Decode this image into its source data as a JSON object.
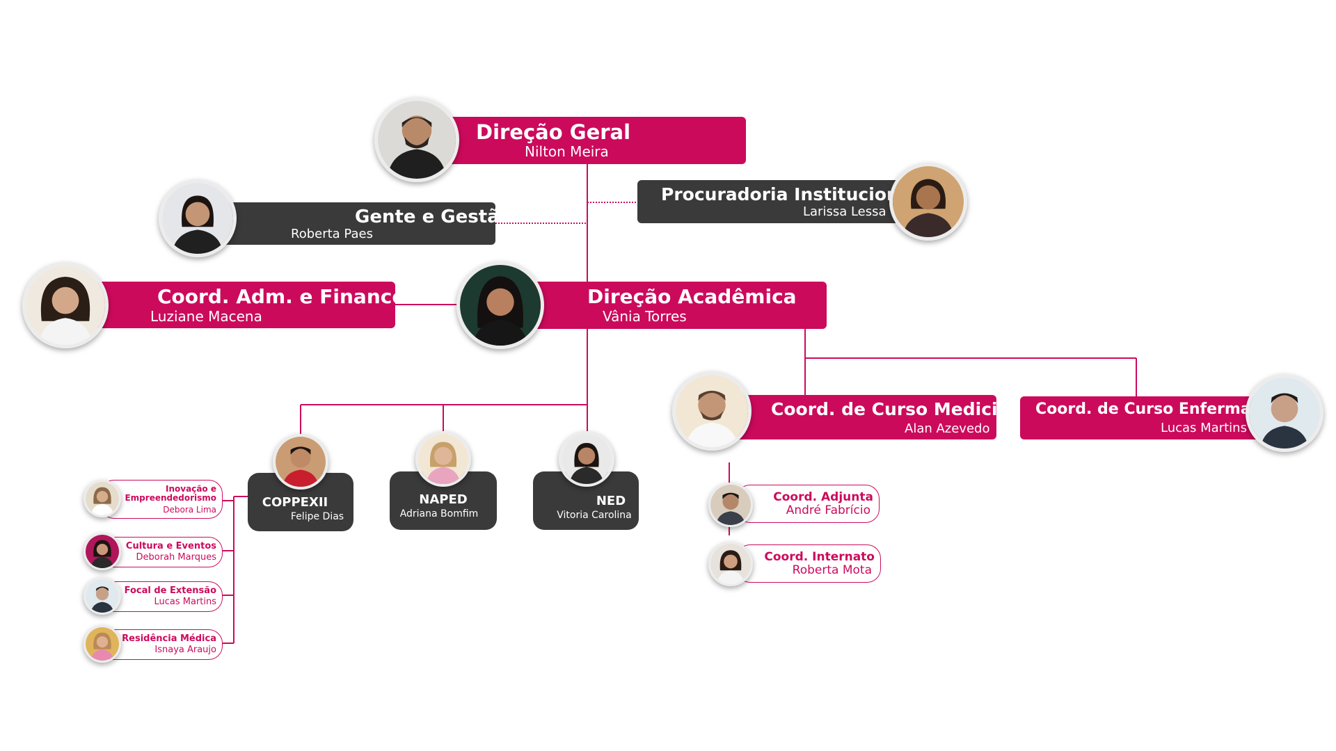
{
  "colors": {
    "accent": "#cc0a5c",
    "dark": "#3a3a3a"
  },
  "nodes": {
    "direcao_geral": {
      "title": "Direção Geral",
      "name": "Nilton Meira"
    },
    "procuradoria": {
      "title": "Procuradoria Institucional",
      "name": "Larissa Lessa"
    },
    "gente_gestao": {
      "title": "Gente e Gestão",
      "name": "Roberta Paes"
    },
    "coord_adm": {
      "title": "Coord. Adm. e Financeiro",
      "name": "Luziane Macena"
    },
    "direcao_academica": {
      "title": "Direção Acadêmica",
      "name": "Vânia Torres"
    },
    "coord_medicina": {
      "title": "Coord. de Curso Medicina",
      "name": "Alan Azevedo"
    },
    "coord_enfermagem": {
      "title": "Coord. de Curso Enfermagem",
      "name": "Lucas Martins"
    },
    "coppexii": {
      "title": "COPPEXII",
      "name": "Felipe Dias"
    },
    "naped": {
      "title": "NAPED",
      "name": "Adriana Bomfim"
    },
    "ned": {
      "title": "NED",
      "name": "Vitoria Carolina"
    },
    "coord_adjunta": {
      "title": "Coord. Adjunta",
      "name": "André Fabrício"
    },
    "coord_internato": {
      "title": "Coord. Internato",
      "name": "Roberta Mota"
    },
    "inovacao": {
      "title_line1": "Inovação e",
      "title_line2": "Empreendedorismo",
      "name": "Debora Lima"
    },
    "cultura": {
      "title": "Cultura e Eventos",
      "name": "Deborah Marques"
    },
    "focal": {
      "title": "Focal de Extensão",
      "name": "Lucas Martins"
    },
    "residencia": {
      "title": "Residência Médica",
      "name": "Isnaya Araujo"
    }
  },
  "photos": {
    "direcao_geral": "person-photo-man-glasses-beard",
    "procuradoria": "person-photo-woman",
    "gente_gestao": "person-photo-woman",
    "coord_adm": "person-photo-woman-curly-hair",
    "direcao_academica": "person-photo-woman",
    "coord_medicina": "person-photo-man-glasses-beard",
    "coord_enfermagem": "person-photo-man",
    "coppexii": "person-photo-man",
    "naped": "person-photo-woman-glasses",
    "ned": "person-photo-woman",
    "coord_adjunta": "person-photo-man",
    "coord_internato": "person-photo-woman",
    "inovacao": "person-photo-woman",
    "cultura": "person-photo-woman",
    "focal": "person-photo-man",
    "residencia": "person-photo-woman"
  }
}
